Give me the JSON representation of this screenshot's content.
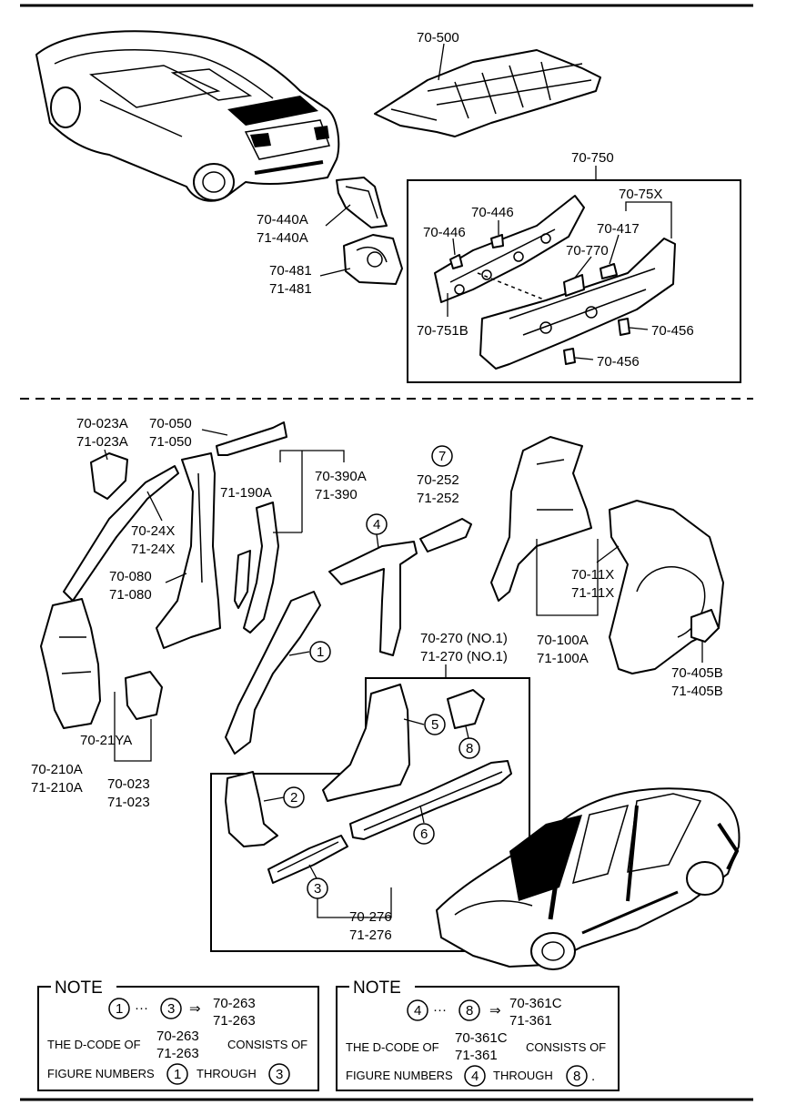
{
  "labels": {
    "p70_500": "70-500",
    "p70_750": "70-750",
    "p70_75x": "70-75X",
    "p70_446a": "70-446",
    "p70_446b": "70-446",
    "p70_417": "70-417",
    "p70_770": "70-770",
    "p70_751b": "70-751B",
    "p70_456a": "70-456",
    "p70_456b": "70-456",
    "p70_440a": "70-440A",
    "p71_440a": "71-440A",
    "p70_481": "70-481",
    "p71_481": "71-481",
    "p70_023a": "70-023A",
    "p71_023a": "71-023A",
    "p70_050": "70-050",
    "p71_050": "71-050",
    "p70_390a": "70-390A",
    "p71_390": "71-390",
    "p71_190a": "71-190A",
    "p70_24x": "70-24X",
    "p71_24x": "71-24X",
    "p70_080": "70-080",
    "p71_080": "71-080",
    "p70_252": "70-252",
    "p71_252": "71-252",
    "p70_11x": "70-11X",
    "p71_11x": "71-11X",
    "p70_100a": "70-100A",
    "p71_100a": "71-100A",
    "p70_405b": "70-405B",
    "p71_405b": "71-405B",
    "p70_270": "70-270 (NO.1)",
    "p71_270": "71-270 (NO.1)",
    "p70_21ya": "70-21YA",
    "p70_210a": "70-210A",
    "p71_210a": "71-210A",
    "p70_023": "70-023",
    "p71_023": "71-023",
    "p70_276": "70-276",
    "p71_276": "71-276"
  },
  "figure_numbers": {
    "n1": "1",
    "n2": "2",
    "n3": "3",
    "n4": "4",
    "n5": "5",
    "n6": "6",
    "n7": "7",
    "n8": "8"
  },
  "notes": [
    {
      "title": "NOTE",
      "range_start": "1",
      "range_sep": "···",
      "range_end": "3",
      "arrow": "⇒",
      "code_a": "70-263",
      "code_b": "71-263",
      "d_code_of": "THE D-CODE OF",
      "consists_of": "CONSISTS OF",
      "figure_numbers": "FIGURE NUMBERS",
      "through": "THROUGH",
      "period": ""
    },
    {
      "title": "NOTE",
      "range_start": "4",
      "range_sep": "···",
      "range_end": "8",
      "arrow": "⇒",
      "code_a": "70-361C",
      "code_b": "71-361",
      "d_code_of": "THE D-CODE OF",
      "consists_of": "CONSISTS OF",
      "figure_numbers": "FIGURE NUMBERS",
      "through": "THROUGH",
      "period": "."
    }
  ]
}
